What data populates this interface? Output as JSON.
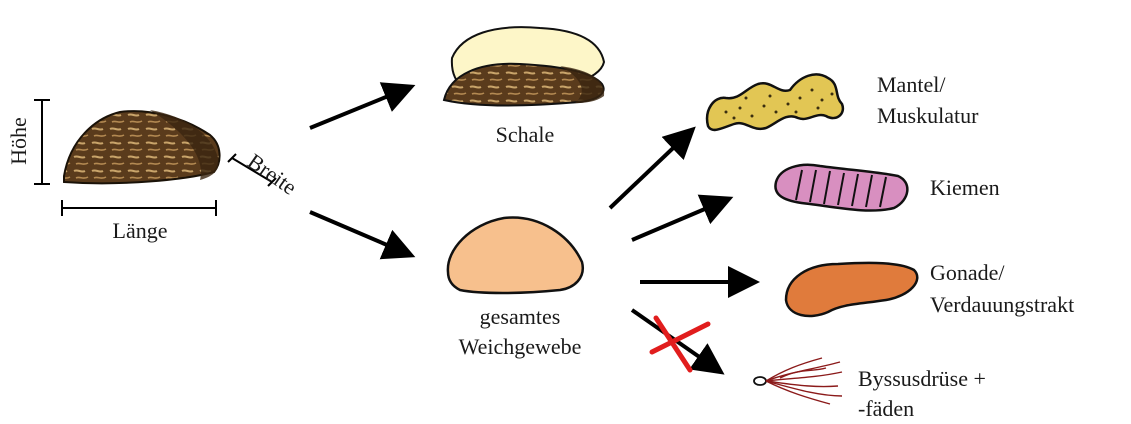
{
  "mussel": {
    "height_label": "Höhe",
    "length_label": "Länge",
    "width_label": "Breite"
  },
  "shell": {
    "label": "Schale"
  },
  "soft_tissue": {
    "line1": "gesamtes",
    "line2": "Weichgewebe"
  },
  "tissues": [
    {
      "line1": "Mantel/",
      "line2": "Muskulatur",
      "icon": "mantle-icon",
      "color": "#e2c654"
    },
    {
      "line1": "Kiemen",
      "line2": "",
      "icon": "gill-icon",
      "color": "#d88fc0"
    },
    {
      "line1": "Gonade/",
      "line2": "Verdauungstrakt",
      "icon": "gonad-icon",
      "color": "#e07b3c"
    },
    {
      "line1": "Byssusdrüse +",
      "line2": "-fäden",
      "icon": "byssus-icon",
      "color": "#8b1a1a",
      "excluded": true
    }
  ],
  "colors": {
    "shell_dark": "#4a3218",
    "shell_light": "#fdf6c8",
    "soft_tissue": "#f7c08d",
    "cross": "#e11d1d"
  }
}
